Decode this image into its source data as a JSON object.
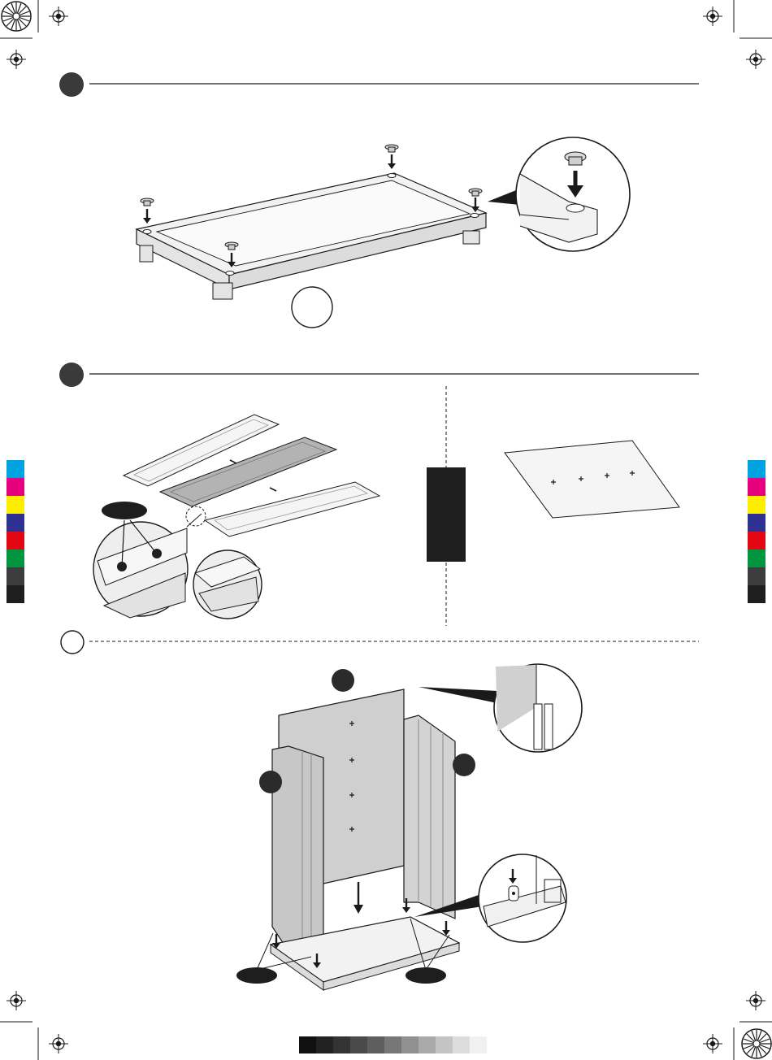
{
  "document": {
    "steps": [
      {
        "id": "step-1",
        "variant": "filled"
      },
      {
        "id": "step-2",
        "variant": "filled"
      },
      {
        "id": "step-3",
        "variant": "outline"
      }
    ]
  },
  "colors": {
    "ink": "#1a1a1a",
    "panel_gray": "#9a9a9a",
    "panel_light": "#eeeeee",
    "callout_fill": "#1e1e1e",
    "cmyk_strip": [
      "#00a3e0",
      "#e6007e",
      "#ffed00",
      "#2e3192",
      "#e30613",
      "#009640",
      "#3c3c3c",
      "#1e1e1e"
    ],
    "gray_ramp": [
      "#111111",
      "#222222",
      "#333333",
      "#4a4a4a",
      "#5e5e5e",
      "#777777",
      "#909090",
      "#aaaaaa",
      "#c4c4c4",
      "#dddddd",
      "#f1f1f1"
    ]
  },
  "icons": {
    "registration_mark": "registration-crosshair-icon",
    "color_target": "starburst-target-icon",
    "arrow": "down-arrow-icon"
  }
}
